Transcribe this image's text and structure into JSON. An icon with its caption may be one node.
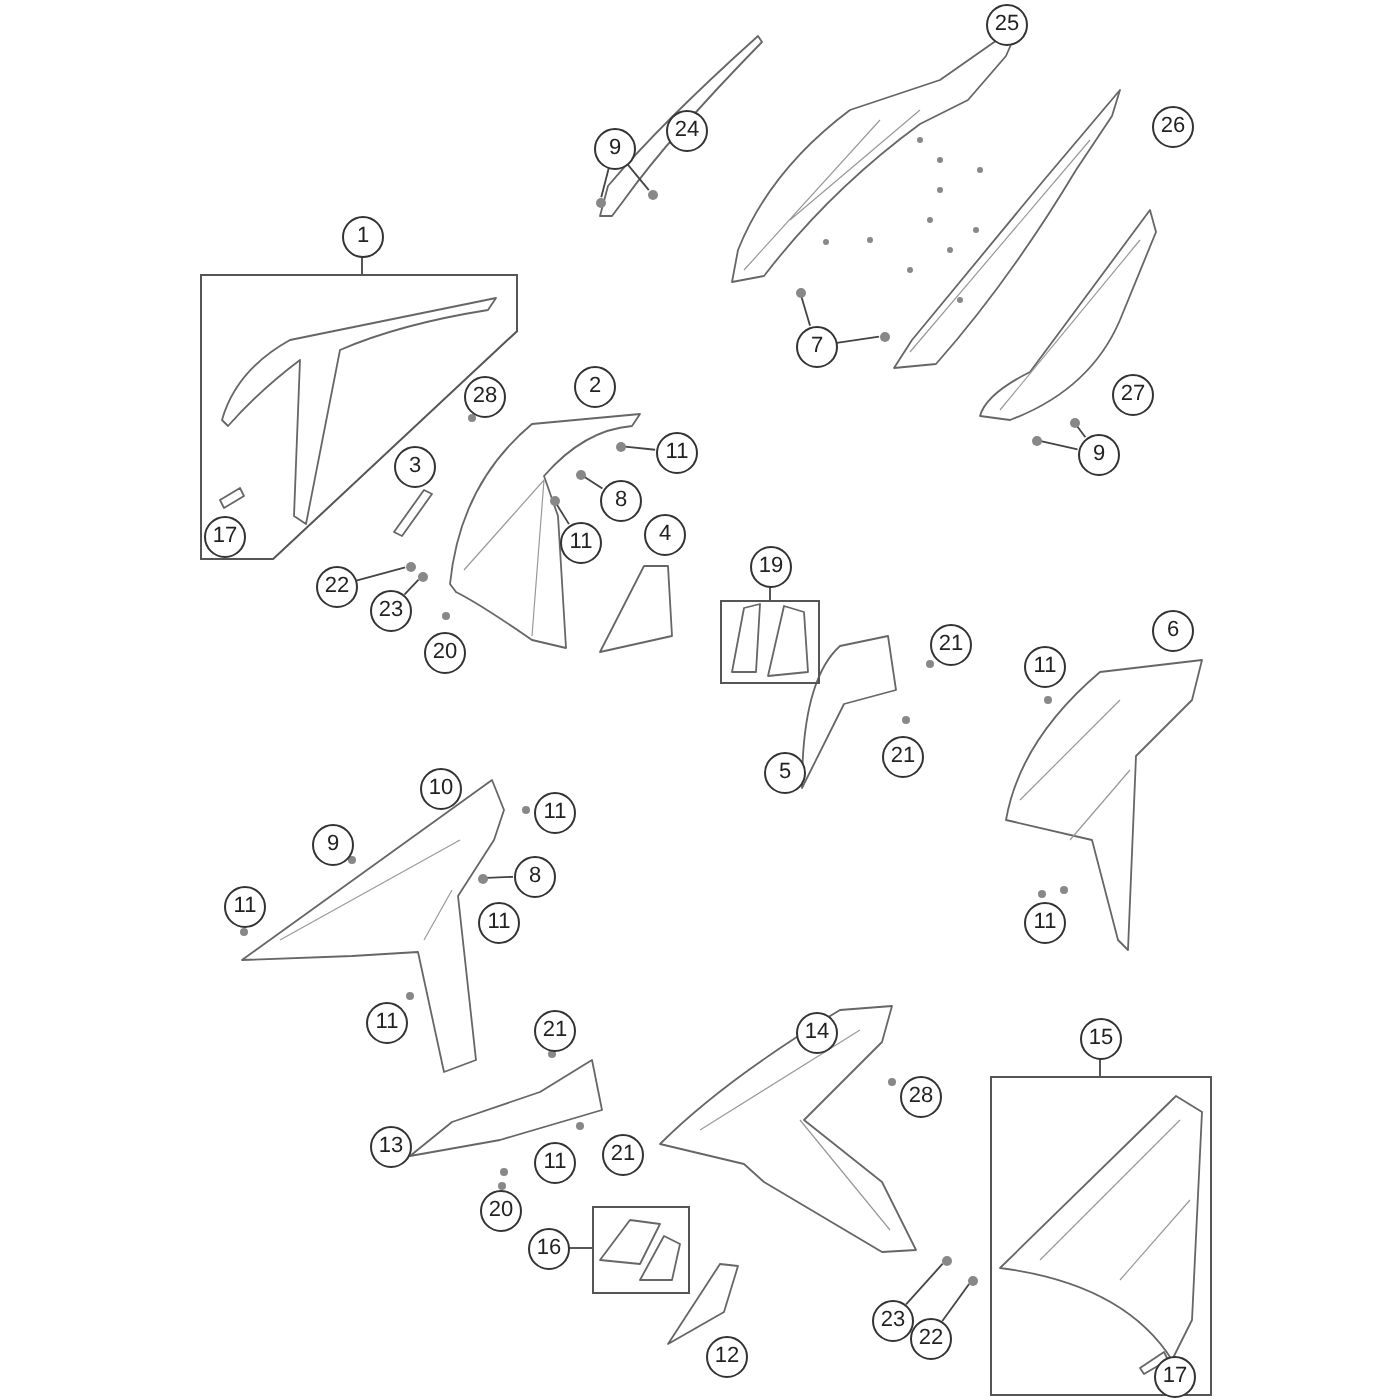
{
  "diagram": {
    "nodes": [
      {
        "text": [
          "25"
        ]
      },
      {
        "text": [
          "24"
        ]
      },
      {
        "text": [
          "26"
        ]
      },
      {
        "text": [
          "9"
        ]
      },
      {
        "text": [
          "1"
        ]
      },
      {
        "text": [],
        "shape": "box"
      },
      {
        "text": [
          "7"
        ]
      },
      {
        "text": [
          "2"
        ]
      },
      {
        "text": [
          "27"
        ]
      },
      {
        "text": [
          "28"
        ]
      },
      {
        "text": [
          "11"
        ]
      },
      {
        "text": [
          "9"
        ]
      },
      {
        "text": [
          "3"
        ]
      },
      {
        "text": [
          "8"
        ]
      },
      {
        "text": [
          "17"
        ],
        "in": 5
      },
      {
        "text": [
          "11"
        ]
      },
      {
        "text": [
          "4"
        ]
      },
      {
        "text": [
          "19"
        ]
      },
      {
        "text": [],
        "shape": "box"
      },
      {
        "text": [
          "22"
        ]
      },
      {
        "text": [
          "23"
        ]
      },
      {
        "text": [
          "6"
        ]
      },
      {
        "text": [
          "21"
        ]
      },
      {
        "text": [
          "20"
        ]
      },
      {
        "text": [
          "11"
        ]
      },
      {
        "text": [
          "21"
        ]
      },
      {
        "text": [
          "5"
        ]
      },
      {
        "text": [
          "10"
        ]
      },
      {
        "text": [
          "11"
        ]
      },
      {
        "text": [
          "9"
        ]
      },
      {
        "text": [
          "8"
        ]
      },
      {
        "text": [
          "11"
        ]
      },
      {
        "text": [
          "11"
        ]
      },
      {
        "text": [
          "11"
        ]
      },
      {
        "text": [
          "11"
        ]
      },
      {
        "text": [
          "21"
        ]
      },
      {
        "text": [
          "14"
        ]
      },
      {
        "text": [
          "15"
        ]
      },
      {
        "text": [],
        "shape": "box"
      },
      {
        "text": [
          "28"
        ]
      },
      {
        "text": [
          "13"
        ]
      },
      {
        "text": [
          "21"
        ]
      },
      {
        "text": [
          "11"
        ]
      },
      {
        "text": [
          "20"
        ]
      },
      {
        "text": [
          "16"
        ]
      },
      {
        "text": [],
        "shape": "box"
      },
      {
        "text": [
          "23"
        ]
      },
      {
        "text": [
          "22"
        ]
      },
      {
        "text": [
          "12"
        ]
      },
      {
        "text": [
          "17"
        ],
        "in": 38
      },
      {
        "text": [],
        "shape": "circle"
      },
      {
        "text": [],
        "shape": "circle"
      },
      {
        "text": [],
        "shape": "circle"
      },
      {
        "text": [],
        "shape": "circle"
      },
      {
        "text": [],
        "shape": "circle"
      },
      {
        "text": [],
        "shape": "circle"
      },
      {
        "text": [],
        "shape": "circle"
      },
      {
        "text": [],
        "shape": "circle"
      },
      {
        "text": [],
        "shape": "circle"
      },
      {
        "text": [],
        "shape": "circle"
      },
      {
        "text": [],
        "shape": "circle"
      },
      {
        "text": [],
        "shape": "circle"
      },
      {
        "text": [],
        "shape": "circle"
      },
      {
        "text": [],
        "shape": "circle"
      }
    ],
    "edges": [
      {
        "from": 3,
        "to": 50,
        "arrow": "none"
      },
      {
        "from": 3,
        "to": 51,
        "arrow": "none"
      },
      {
        "from": 4,
        "to": 5,
        "arrow": "none"
      },
      {
        "from": 6,
        "to": 52,
        "arrow": "none"
      },
      {
        "from": 6,
        "to": 53,
        "arrow": "none"
      },
      {
        "from": 11,
        "to": 54,
        "arrow": "none"
      },
      {
        "from": 11,
        "to": 55,
        "arrow": "none"
      },
      {
        "from": 10,
        "to": 56,
        "arrow": "none"
      },
      {
        "from": 13,
        "to": 57,
        "arrow": "none"
      },
      {
        "from": 15,
        "to": 58,
        "arrow": "none"
      },
      {
        "from": 19,
        "to": 59,
        "arrow": "none"
      },
      {
        "from": 20,
        "to": 60,
        "arrow": "none"
      },
      {
        "from": 17,
        "to": 18,
        "arrow": "none"
      },
      {
        "from": 30,
        "to": 61,
        "arrow": "none"
      },
      {
        "from": 37,
        "to": 38,
        "arrow": "none"
      },
      {
        "from": 44,
        "to": 45,
        "arrow": "none"
      },
      {
        "from": 46,
        "to": 62,
        "arrow": "none"
      },
      {
        "from": 47,
        "to": 63,
        "arrow": "none"
      }
    ]
  }
}
